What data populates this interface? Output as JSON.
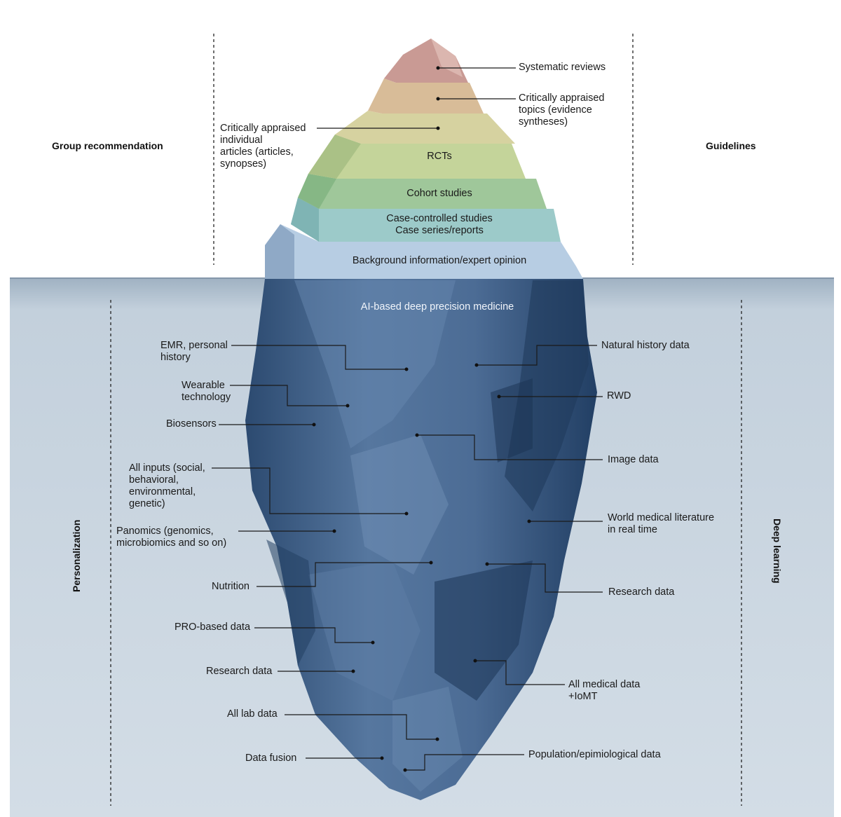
{
  "side_labels": {
    "top_left": "Group recommendation",
    "top_right": "Guidelines",
    "bottom_left": "Personalization",
    "bottom_right": "Deep learning"
  },
  "tiers": [
    "Systematic reviews",
    "Critically appraised\ntopics (evidence\nsyntheses)",
    "Critically appraised\nindividual\narticles (articles,\nsynopses)",
    "RCTs",
    "Cohort studies",
    "Case-controlled studies\nCase series/reports",
    "Background information/expert opinion"
  ],
  "underwater_title": "AI-based deep precision medicine",
  "left_items": [
    "EMR, personal\nhistory",
    "Wearable\ntechnology",
    "Biosensors",
    "All inputs (social,\nbehavioral,\nenvironmental,\ngenetic)",
    "Panomics (genomics,\nmicrobiomics and so on)",
    "Nutrition",
    "PRO-based data",
    "Research data",
    "All lab data",
    "Data fusion"
  ],
  "right_items": [
    "Natural history data",
    "RWD",
    "Image data",
    "World medical literature\nin real time",
    "Research data",
    "All medical data\n+IoMT",
    "Population/epimiological data"
  ],
  "colors": {
    "water": "#cdd8e2",
    "iceberg_dark": "#2e4f76",
    "iceberg_mid": "#4f6f98",
    "tier_systematic": "#c99a94",
    "tier_topics": "#d8bc98",
    "tier_articles": "#d6d2a0",
    "tier_rct": "#c4d49a",
    "tier_cohort": "#9fc79a",
    "tier_case": "#9ccac9",
    "tier_background": "#b7cde3"
  }
}
